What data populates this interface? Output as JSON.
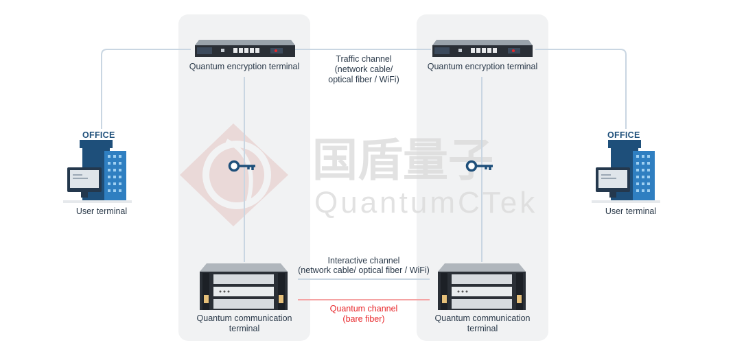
{
  "nodes": {
    "left_user": {
      "office_sign": "OFFICE",
      "label": "User terminal"
    },
    "right_user": {
      "office_sign": "OFFICE",
      "label": "User terminal"
    },
    "left_encryption": {
      "label": "Quantum encryption terminal"
    },
    "right_encryption": {
      "label": "Quantum encryption terminal"
    },
    "left_comm": {
      "label_line1": "Quantum communication",
      "label_line2": "terminal"
    },
    "right_comm": {
      "label_line1": "Quantum communication",
      "label_line2": "terminal"
    }
  },
  "channels": {
    "traffic": {
      "line1": "Traffic channel",
      "line2": "(network cable/",
      "line3": "optical fiber / WiFi)"
    },
    "interactive": {
      "line1": "Interactive channel",
      "line2": "(network cable/ optical fiber / WiFi)"
    },
    "quantum": {
      "line1": "Quantum channel",
      "line2": "(bare fiber)"
    }
  },
  "watermark": {
    "cn": "国盾量子",
    "en": "QuantumCTek"
  },
  "colors": {
    "panel": "#f1f2f3",
    "link_line": "#c9d6e2",
    "quantum_line": "#f5a3a3",
    "quantum_text": "#e8262a",
    "building_dark": "#1e4f7a",
    "building_light": "#2f7fc1",
    "key": "#1e4f7a"
  }
}
